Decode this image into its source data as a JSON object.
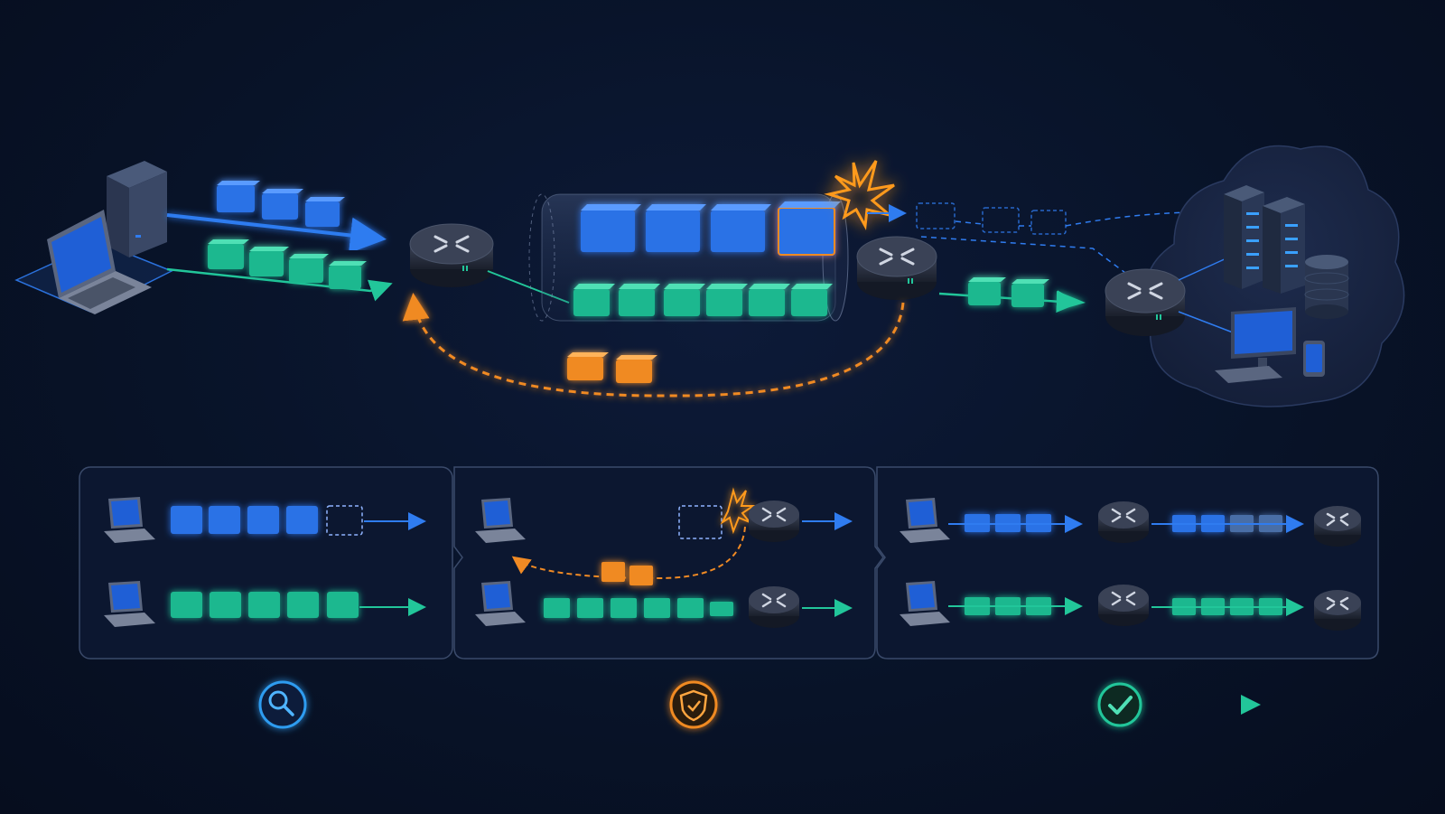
{
  "colors": {
    "background": "#081328",
    "blue_stream": "#2f7cf0",
    "blue_packet": "#2b72e6",
    "green_stream": "#22c69a",
    "green_packet": "#1fb88f",
    "orange_retransmit": "#f08a24",
    "collision_burst": "#ffb02e",
    "panel_border": "#3a4a6a",
    "router_body": "#2a3142"
  },
  "icons": {
    "client": "laptop-icon",
    "client_tower": "desktop-tower-icon",
    "router": "router-icon",
    "cloud": "cloud-icon",
    "server_rack": "server-rack-icon",
    "database": "database-icon",
    "workstation": "monitor-icon",
    "mobile": "smartphone-icon",
    "collision": "collision-burst-icon",
    "step_1": "magnifier-icon",
    "step_2": "shield-check-icon",
    "step_3": "checkmark-icon"
  },
  "main_diagram": {
    "blue_packets_sent": 3,
    "green_packets_sent": 4,
    "tunnel_blue_packets": 4,
    "tunnel_green_packets": 6,
    "dropped_placeholder_packets": 3,
    "retransmit_packets": 2,
    "green_packets_delivered": 2
  },
  "panels": [
    {
      "name": "stage-detect",
      "blue_packets": 4,
      "blue_missing": 1,
      "green_packets": 5
    },
    {
      "name": "stage-recover",
      "blue_missing": 1,
      "retransmit_packets": 2,
      "green_packets": 6
    },
    {
      "name": "stage-restored",
      "blue_packets_before": 3,
      "blue_packets_after": 4,
      "green_packets_before": 3,
      "green_packets_after": 4
    }
  ],
  "timeline": {
    "steps": [
      "detect",
      "protect",
      "confirm"
    ]
  }
}
